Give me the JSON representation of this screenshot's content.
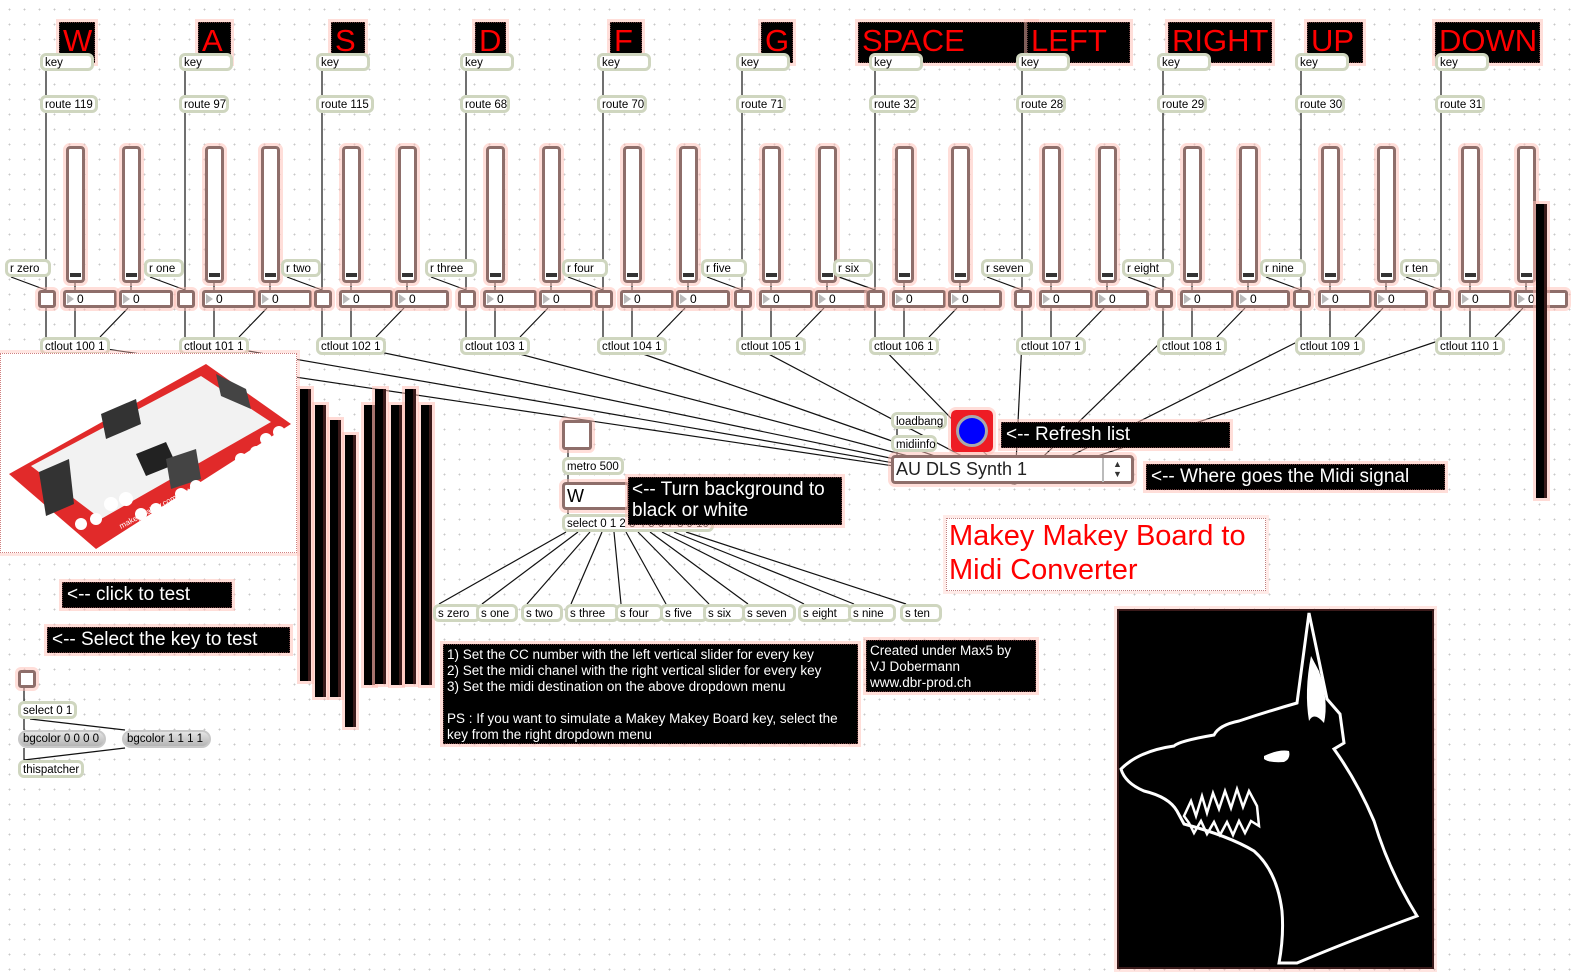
{
  "key_columns": [
    {
      "key_label": "W",
      "key_obj": "key",
      "route": "route 119",
      "receive": "r zero",
      "ctlout": "ctlout 100 1",
      "cc_value": "0",
      "channel_value": "0"
    },
    {
      "key_label": "A",
      "key_obj": "key",
      "route": "route 97",
      "receive": "r one",
      "ctlout": "ctlout 101 1",
      "cc_value": "0",
      "channel_value": "0"
    },
    {
      "key_label": "S",
      "key_obj": "key",
      "route": "route 115",
      "receive": "r two",
      "ctlout": "ctlout 102 1",
      "cc_value": "0",
      "channel_value": "0"
    },
    {
      "key_label": "D",
      "key_obj": "key",
      "route": "route 68",
      "receive": "r three",
      "ctlout": "ctlout 103 1",
      "cc_value": "0",
      "channel_value": "0"
    },
    {
      "key_label": "F",
      "key_obj": "key",
      "route": "route 70",
      "receive": "r four",
      "ctlout": "ctlout 104 1",
      "cc_value": "0",
      "channel_value": "0"
    },
    {
      "key_label": "G",
      "key_obj": "key",
      "route": "route 71",
      "receive": "r five",
      "ctlout": "ctlout 105 1",
      "cc_value": "0",
      "channel_value": "0"
    },
    {
      "key_label": "SPACE",
      "key_obj": "key",
      "route": "route 32",
      "receive": "r six",
      "ctlout": "ctlout 106 1",
      "cc_value": "0",
      "channel_value": "0"
    },
    {
      "key_label": "LEFT",
      "key_obj": "key",
      "route": "route 28",
      "receive": "r seven",
      "ctlout": "ctlout 107 1",
      "cc_value": "0",
      "channel_value": "0"
    },
    {
      "key_label": "RIGHT",
      "key_obj": "key",
      "route": "route 29",
      "receive": "r eight",
      "ctlout": "ctlout 108 1",
      "cc_value": "0",
      "channel_value": "0"
    },
    {
      "key_label": "UP",
      "key_obj": "key",
      "route": "route 30",
      "receive": "r nine",
      "ctlout": "ctlout 109 1",
      "cc_value": "0",
      "channel_value": "0"
    },
    {
      "key_label": "DOWN",
      "key_obj": "key",
      "route": "route 31",
      "receive": "r ten",
      "ctlout": "ctlout 110 1",
      "cc_value": "0",
      "channel_value": "0"
    }
  ],
  "midi": {
    "loadbang": "loadbang",
    "midiinfo": "midiinfo",
    "destination": "AU DLS Synth 1",
    "refresh_comment": "<-- Refresh list",
    "destination_comment": "<-- Where goes the Midi signal"
  },
  "title": {
    "line1": "Makey Makey Board to",
    "line2": "Midi Converter",
    "color": "#ff0000"
  },
  "test": {
    "metro": "metro 500",
    "key_menu_value": "W",
    "select": "select 0 1 2 3 4 5 6 7 8 9 10",
    "senders": [
      "s zero",
      "s one",
      "s two",
      "s three",
      "s four",
      "s five",
      "s six",
      "s seven",
      "s eight",
      "s nine",
      "s ten"
    ],
    "bg_comment_line1": "<-- Turn background to",
    "bg_comment_line2": "black or white",
    "click_comment": "<-- click to test",
    "select_comment": "<-- Select the key to test"
  },
  "background": {
    "select": "select 0 1",
    "bgcolor_black": "bgcolor 0 0 0 0",
    "bgcolor_white": "bgcolor 1 1 1 1",
    "thispatcher": "thispatcher"
  },
  "instructions": [
    "1) Set the CC number with the left vertical slider for every key",
    "2) Set the midi chanel with the right vertical slider for every key",
    "3) Set the midi destination on the above dropdown menu",
    "",
    "PS : If you want to simulate a Makey Makey Board key, select the",
    "key from the right dropdown menu"
  ],
  "credits": [
    "Created under Max5 by",
    "VJ Dobermann",
    "www.dbr-prod.ch"
  ],
  "colors": {
    "key_text": "#ff0000",
    "bang_fill": "#0000ff",
    "bang_bg": "#ee1c24",
    "selection_halo": "#ffd0c8",
    "box_border": "#cfd6bf"
  }
}
